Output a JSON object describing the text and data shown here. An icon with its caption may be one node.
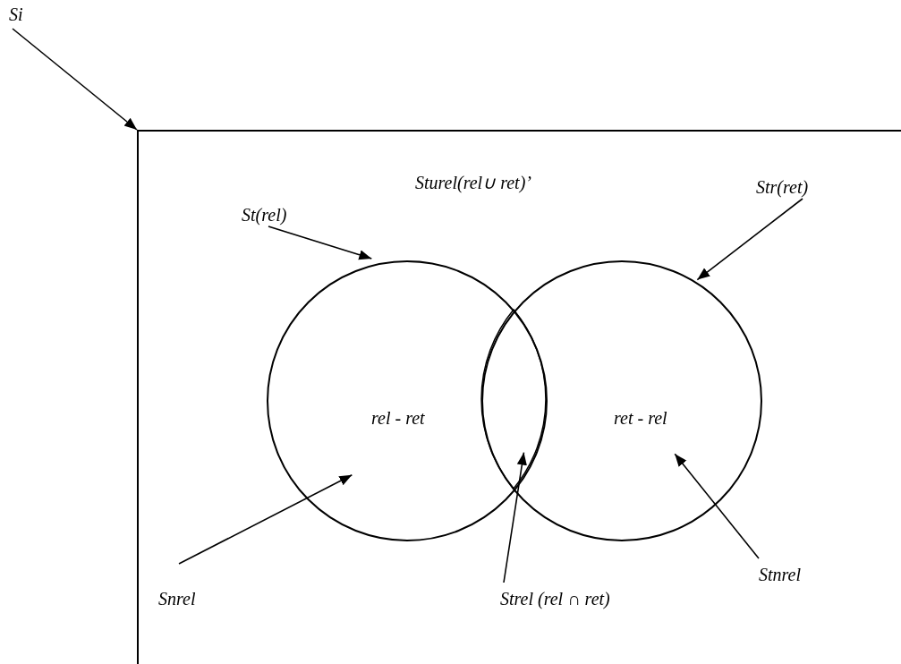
{
  "diagram": {
    "nodes": [
      {
        "text": [
          "Si"
        ]
      },
      {
        "text": [
          "Sturel(rel∪ ret)’"
        ]
      },
      {
        "text": [
          "St(rel)"
        ],
        "in": 1
      },
      {
        "text": [
          "Str(ret)"
        ],
        "in": 1
      },
      {
        "text": [
          "rel - ret"
        ],
        "in": 1
      },
      {
        "text": [
          "ret - rel"
        ],
        "in": 1
      },
      {
        "text": [
          "Snrel"
        ],
        "in": 1
      },
      {
        "text": [
          "Strel (rel ∩ ret)"
        ],
        "in": 1
      },
      {
        "text": [
          "Stnrel"
        ],
        "in": 1
      },
      {
        "text": [],
        "shape": "lens"
      }
    ],
    "edges": [
      {
        "from": 0,
        "to": 1,
        "arrow": "to"
      },
      {
        "from": 2,
        "to": 4,
        "arrow": "to"
      },
      {
        "from": 3,
        "to": 5,
        "arrow": "to"
      },
      {
        "from": 6,
        "to": 4,
        "arrow": "to"
      },
      {
        "from": 7,
        "to": 9,
        "arrow": "to"
      },
      {
        "from": 8,
        "to": 5,
        "arrow": "to"
      }
    ]
  }
}
